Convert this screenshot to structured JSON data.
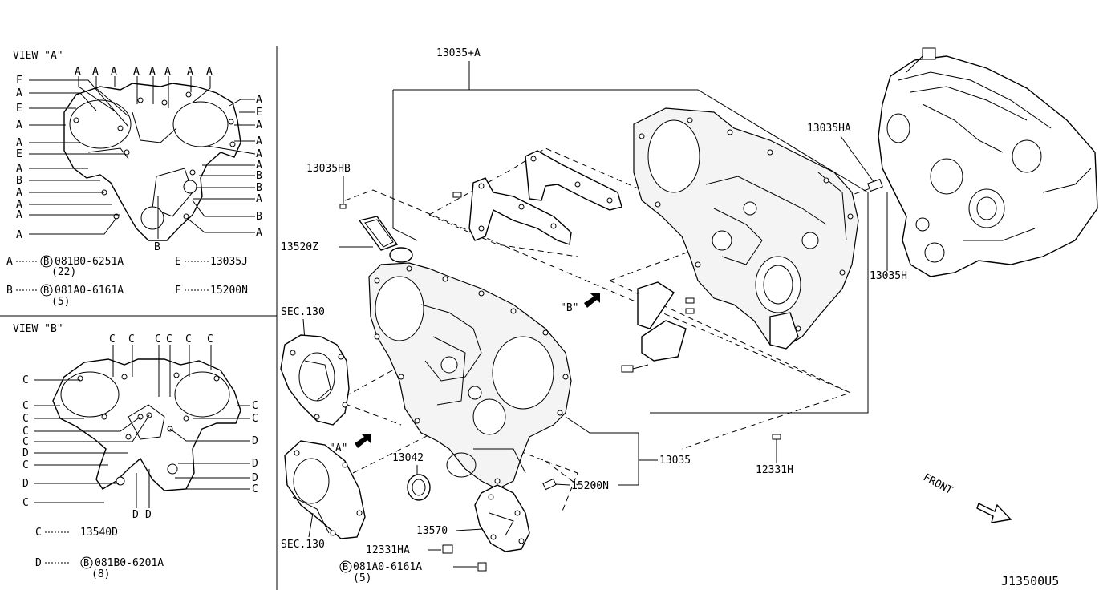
{
  "view_a": {
    "title": "VIEW \"A\"",
    "left_letters": [
      "F",
      "A",
      "E",
      "A",
      "A",
      "E",
      "A",
      "B",
      "A",
      "A",
      "A",
      "A"
    ],
    "right_letters": [
      "A",
      "E",
      "A",
      "A",
      "A",
      "A",
      "B",
      "B",
      "A",
      "B",
      "A"
    ],
    "top_letters": [
      "A",
      "A",
      "A",
      "A",
      "A",
      "A",
      "A",
      "A"
    ],
    "bottom_letter": "B"
  },
  "view_a_legend": {
    "a_key": "A",
    "a_ref": "081B0-6251A",
    "a_qty": "(22)",
    "e_key": "E",
    "e_ref": "13035J",
    "b_key": "B",
    "b_ref": "081A0-6161A",
    "b_qty": "(5)",
    "f_key": "F",
    "f_ref": "15200N",
    "bolt_symbol": "B"
  },
  "view_b": {
    "title": "VIEW \"B\"",
    "top_letters": [
      "C",
      "C",
      "C",
      "C",
      "C",
      "C"
    ],
    "left_letters": [
      "C",
      "C",
      "C",
      "C",
      "C",
      "D",
      "C",
      "D",
      "C"
    ],
    "right_letters": [
      "C",
      "C",
      "D",
      "D",
      "D",
      "C"
    ],
    "bottom_letters": [
      "D",
      "D"
    ]
  },
  "view_b_legend": {
    "c_key": "C",
    "c_ref": "13540D",
    "d_key": "D",
    "d_ref": "081B0-6201A",
    "d_qty": "(8)",
    "bolt_symbol": "B"
  },
  "callouts": {
    "p13035_a": "13035+A",
    "p13035hb": "13035HB",
    "p13520z": "13520Z",
    "p13035ha": "13035HA",
    "p13035h": "13035H",
    "sec130_top": "SEC.130",
    "sec130_bottom": "SEC.130",
    "view_b_arrow": "\"B\"",
    "view_a_arrow": "\"A\"",
    "p13042": "13042",
    "p13035": "13035",
    "p15200n": "15200N",
    "p12331h": "12331H",
    "p13570": "13570",
    "p12331ha": "12331HA",
    "bolt_ref": "081A0-6161A",
    "bolt_qty": "(5)",
    "bolt_symbol": "B",
    "front": "FRONT"
  },
  "diagram_code": "J13500U5"
}
